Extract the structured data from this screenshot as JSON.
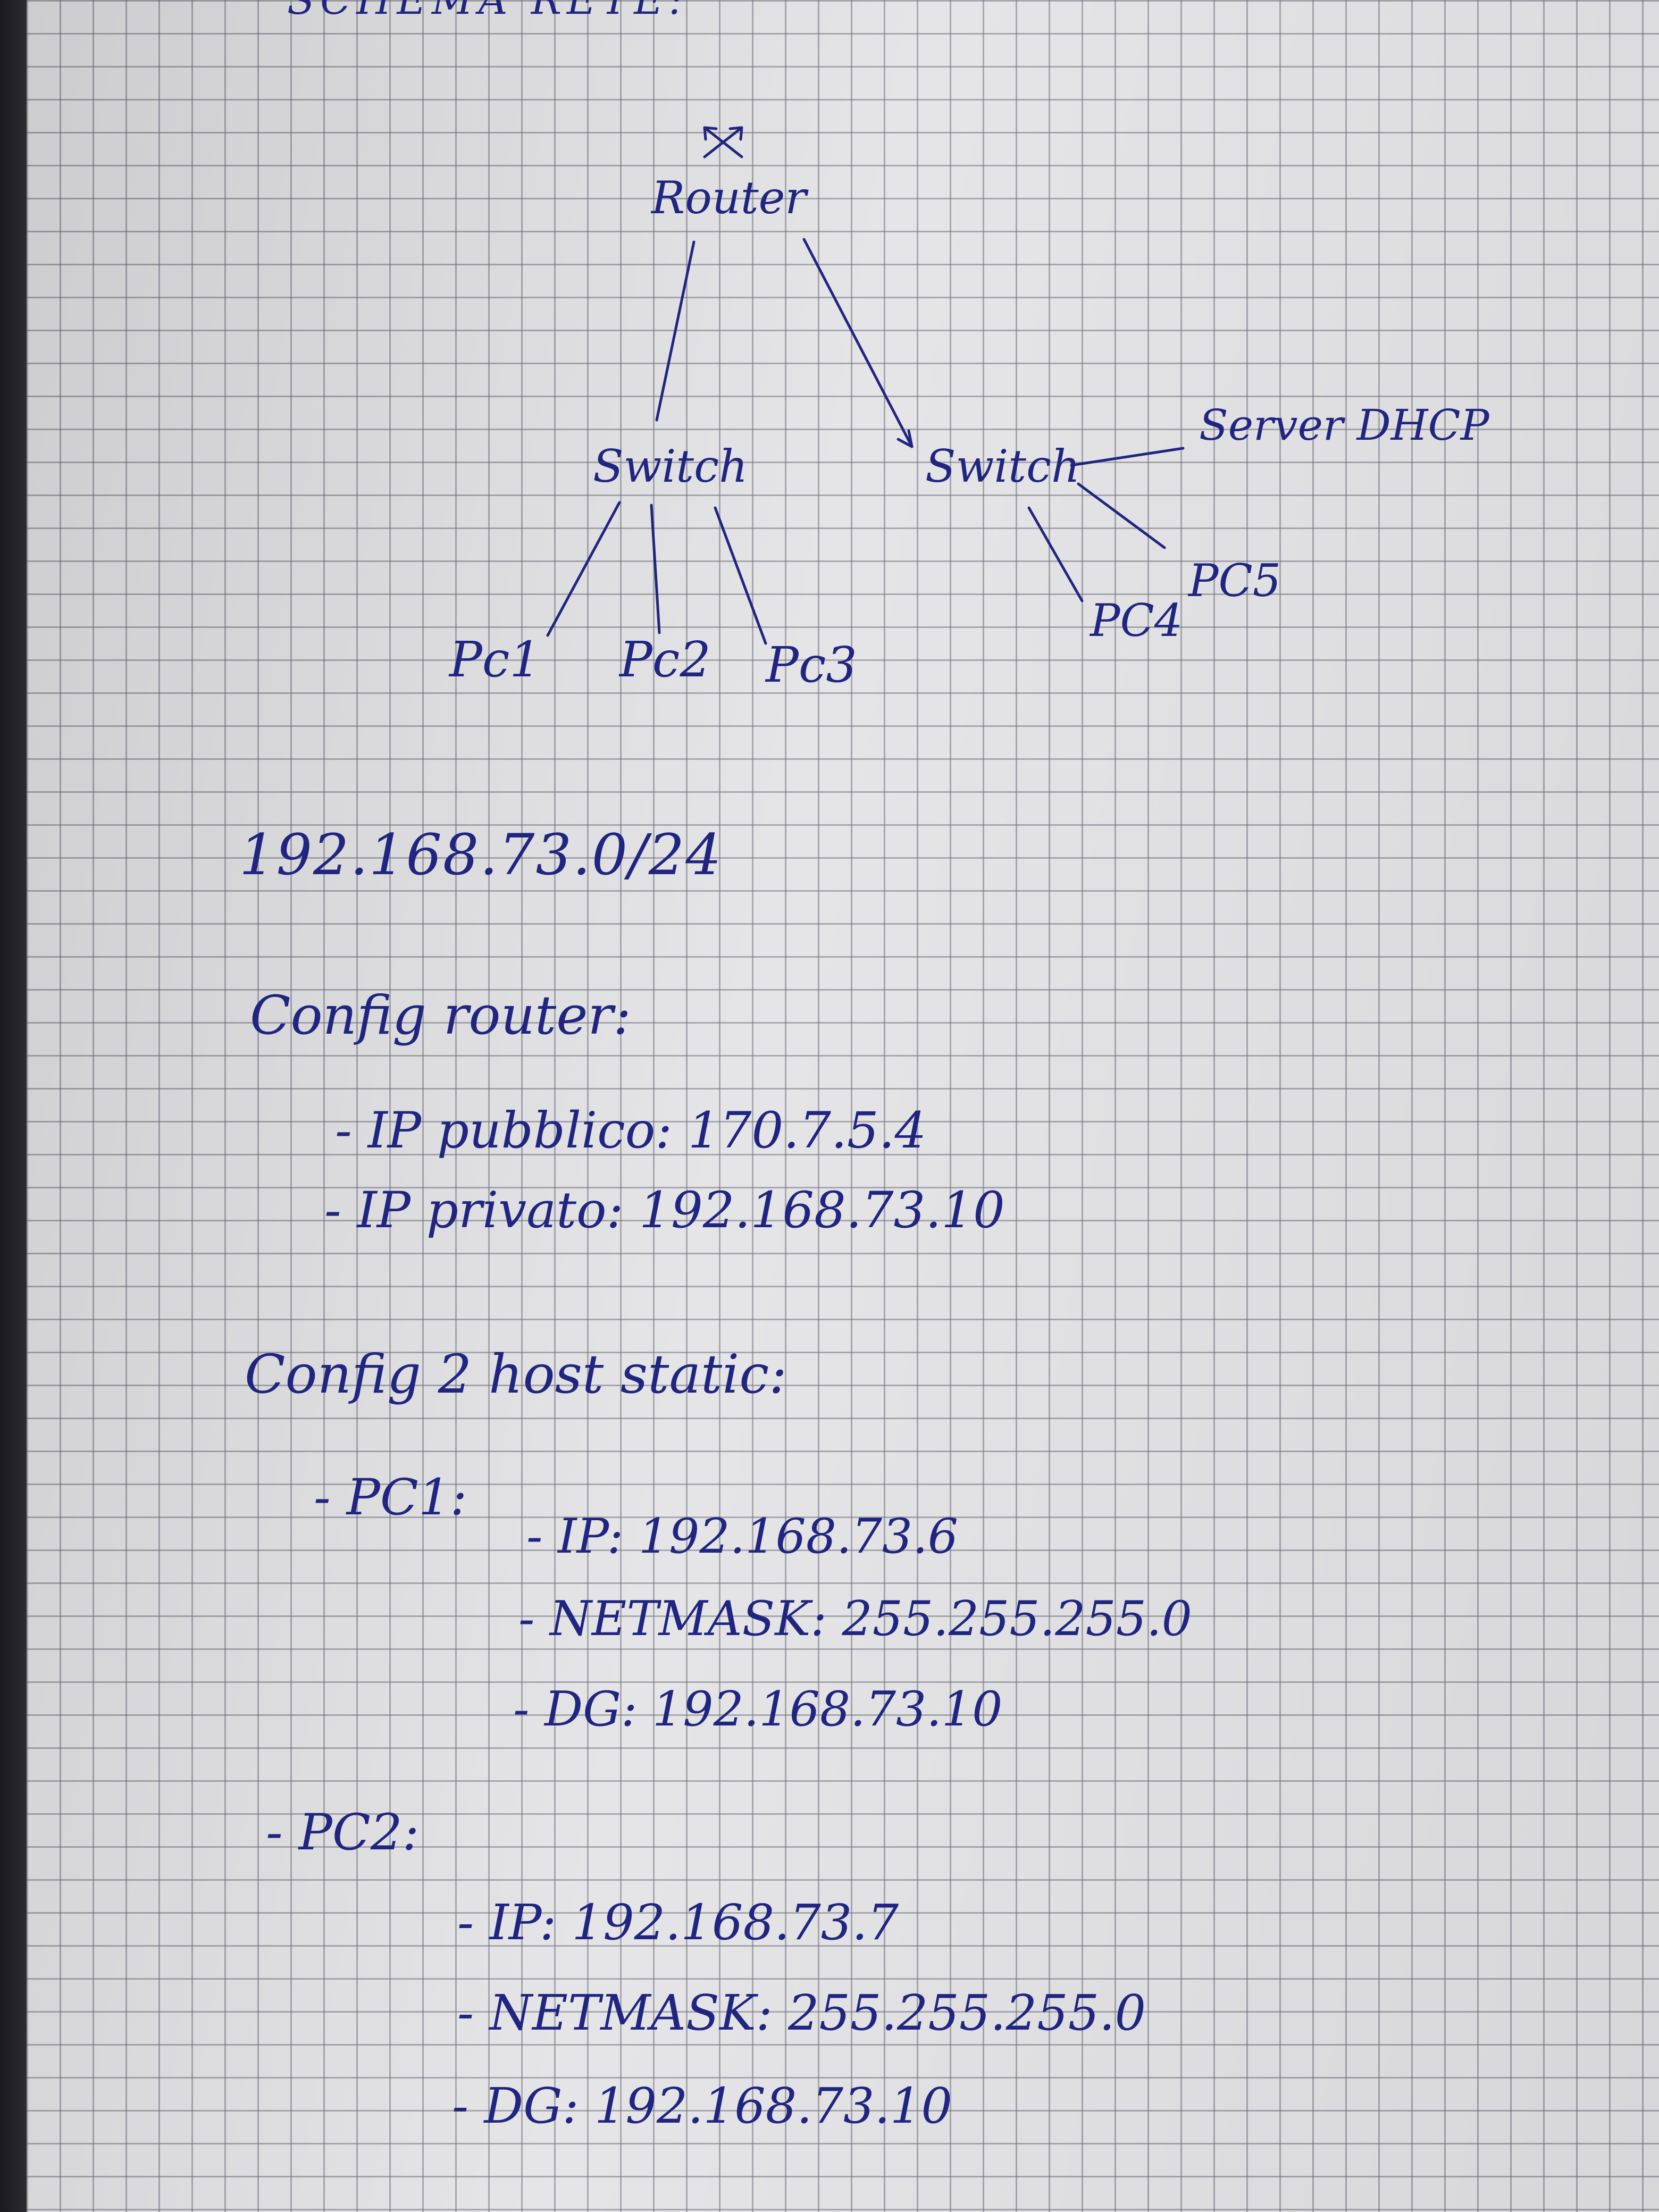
{
  "header": {
    "title": "SCHEMA RETE:"
  },
  "diagram": {
    "router_label": "Router",
    "router_icon": "router-icon",
    "switch_left_label": "Switch",
    "switch_right_label": "Switch",
    "server_label": "Server DHCP",
    "pcs": [
      "Pc1",
      "Pc2",
      "Pc3",
      "PC4",
      "PC5"
    ]
  },
  "network": {
    "address": "192.168.73.0/24"
  },
  "router_config": {
    "heading": "Config router:",
    "public_ip": "- IP pubblico: 170.7.5.4",
    "private_ip": "- IP privato: 192.168.73.10"
  },
  "hosts_config": {
    "heading": "Config 2 host static:",
    "hosts": [
      {
        "name": "- PC1:",
        "ip": "- IP: 192.168.73.6",
        "netmask": "- NETMASK: 255.255.255.0",
        "dg": "- DG: 192.168.73.10"
      },
      {
        "name": "- PC2:",
        "ip": "- IP: 192.168.73.7",
        "netmask": "- NETMASK: 255.255.255.0",
        "dg": "- DG: 192.168.73.10"
      }
    ]
  },
  "colors": {
    "ink": "#1f2580",
    "paper": "#e4e4e6",
    "grid": "#6e6e7d"
  }
}
